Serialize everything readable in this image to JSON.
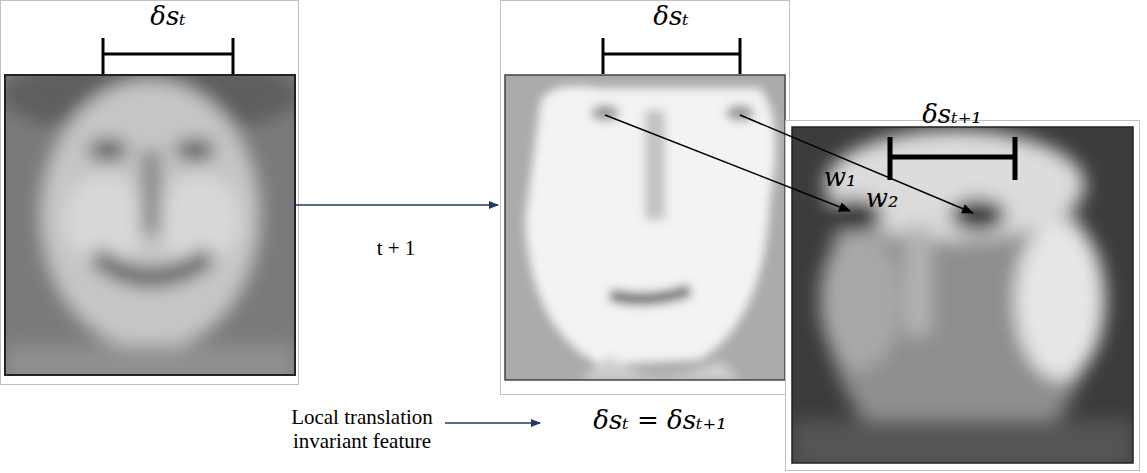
{
  "diagram": {
    "labels": [
      "δsₜ",
      "δsₜ",
      "δsₜ₊₁",
      "w₁",
      "w₂",
      "t + 1",
      "Local translation invariant feature",
      "δsₜ = δsₜ₊₁"
    ]
  }
}
